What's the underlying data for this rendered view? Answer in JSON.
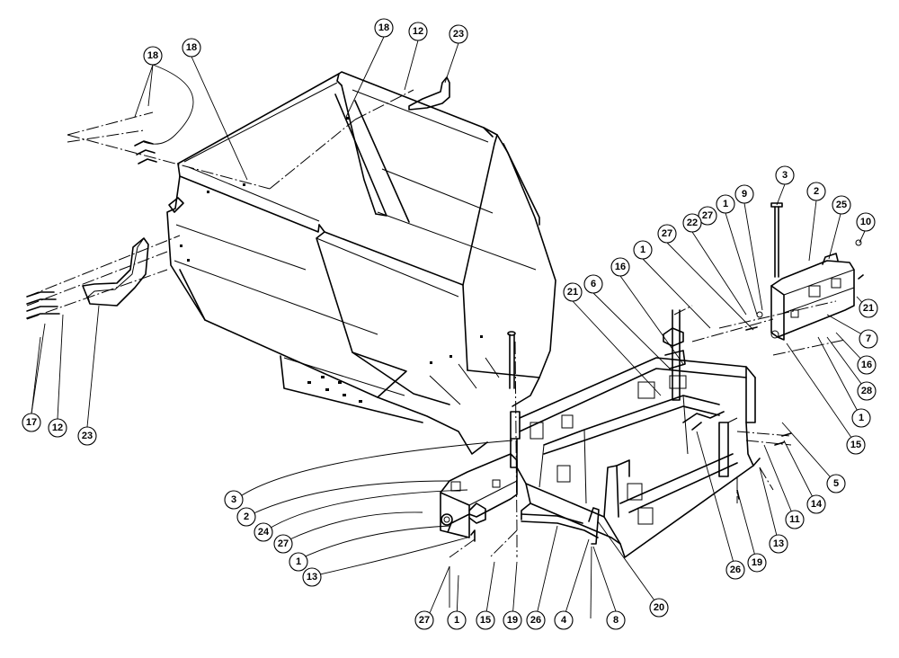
{
  "callouts": [
    {
      "label": "18"
    },
    {
      "label": "18"
    },
    {
      "label": "18"
    },
    {
      "label": "12"
    },
    {
      "label": "23"
    },
    {
      "label": "17"
    },
    {
      "label": "12"
    },
    {
      "label": "23"
    },
    {
      "label": "3"
    },
    {
      "label": "2"
    },
    {
      "label": "25"
    },
    {
      "label": "10"
    },
    {
      "label": "9"
    },
    {
      "label": "1"
    },
    {
      "label": "27"
    },
    {
      "label": "22"
    },
    {
      "label": "1"
    },
    {
      "label": "27"
    },
    {
      "label": "16"
    },
    {
      "label": "6"
    },
    {
      "label": "21"
    },
    {
      "label": "21"
    },
    {
      "label": "7"
    },
    {
      "label": "16"
    },
    {
      "label": "28"
    },
    {
      "label": "1"
    },
    {
      "label": "15"
    },
    {
      "label": "5"
    },
    {
      "label": "14"
    },
    {
      "label": "11"
    },
    {
      "label": "13"
    },
    {
      "label": "19"
    },
    {
      "label": "26"
    },
    {
      "label": "3"
    },
    {
      "label": "2"
    },
    {
      "label": "24"
    },
    {
      "label": "27"
    },
    {
      "label": "1"
    },
    {
      "label": "13"
    },
    {
      "label": "27"
    },
    {
      "label": "1"
    },
    {
      "label": "15"
    },
    {
      "label": "19"
    },
    {
      "label": "26"
    },
    {
      "label": "4"
    },
    {
      "label": "8"
    },
    {
      "label": "20"
    }
  ]
}
